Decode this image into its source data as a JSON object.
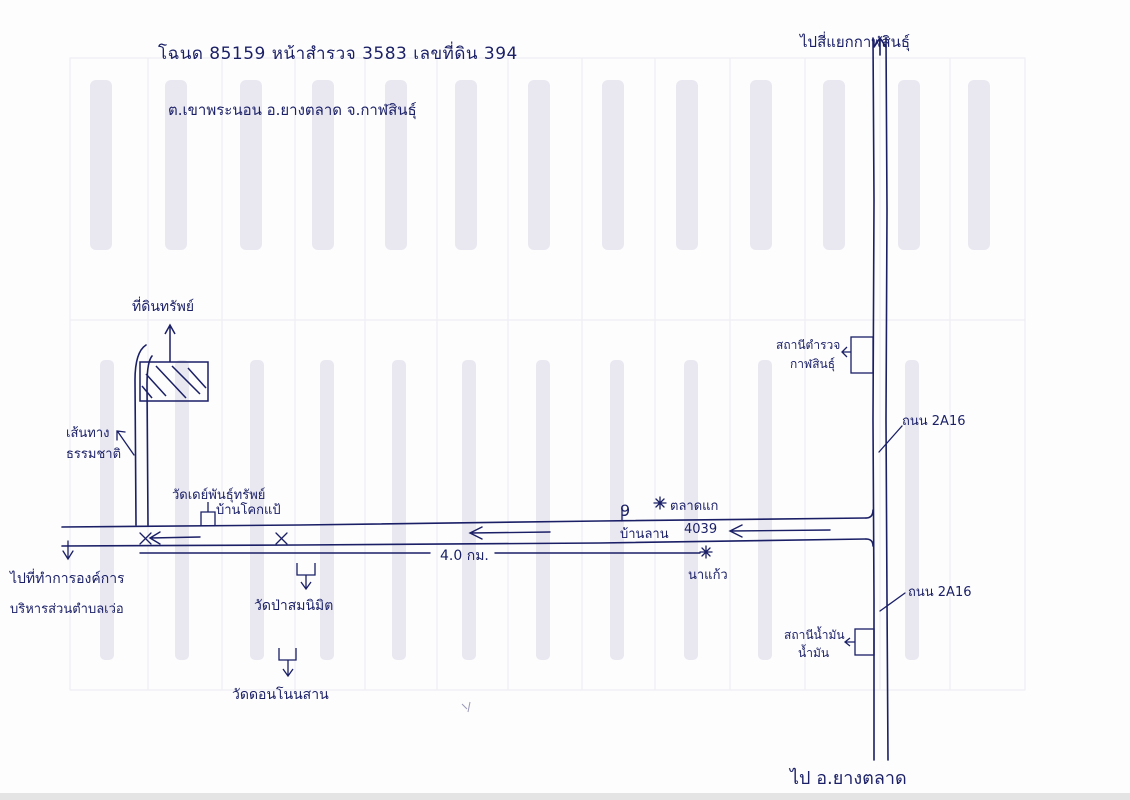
{
  "header": {
    "deed_line": "โฉนด 85159 หน้าสำรวจ 3583 เลขที่ดิน 394",
    "location_line": "ต.เขาพระนอน อ.ยางตลาด จ.กาฬสินธุ์"
  },
  "roads": {
    "top_destination": "ไปสี่แยกกาฬสินธุ์",
    "bottom_destination": "ไป อ.ยางตลาด",
    "left_destination_1": "ไปที่ทำการองค์การ",
    "left_destination_2": "บริหารส่วนตำบลเว่อ",
    "highway_label_1": "ถนน 2A16",
    "highway_label_2": "ถนน 2A16",
    "distance": "4.0 กม."
  },
  "landmarks": {
    "land_plot": "ที่ดินทรัพย์",
    "dirt_road_1": "เส้นทาง",
    "dirt_road_2": "ธรรมชาติ",
    "village_temple_1": "วัดเดย์พันธุ์ทรัพย์",
    "village_temple_2": "บ้านโคกแป้",
    "forest_temple": "วัดป่าสมนิมิต",
    "local_temple": "วัดดอนโนนสาน",
    "junction_sign": "บ้านลาน",
    "junction_number": "4039",
    "market_north": "ตลาดแก",
    "market_south": "นาแก้ว",
    "market_num": "9",
    "police_1": "สถานีตำรวจ",
    "police_2": "กาฬสินธุ์",
    "gas_1": "สถานีน้ำมัน",
    "gas_2": "น้ำมัน"
  }
}
